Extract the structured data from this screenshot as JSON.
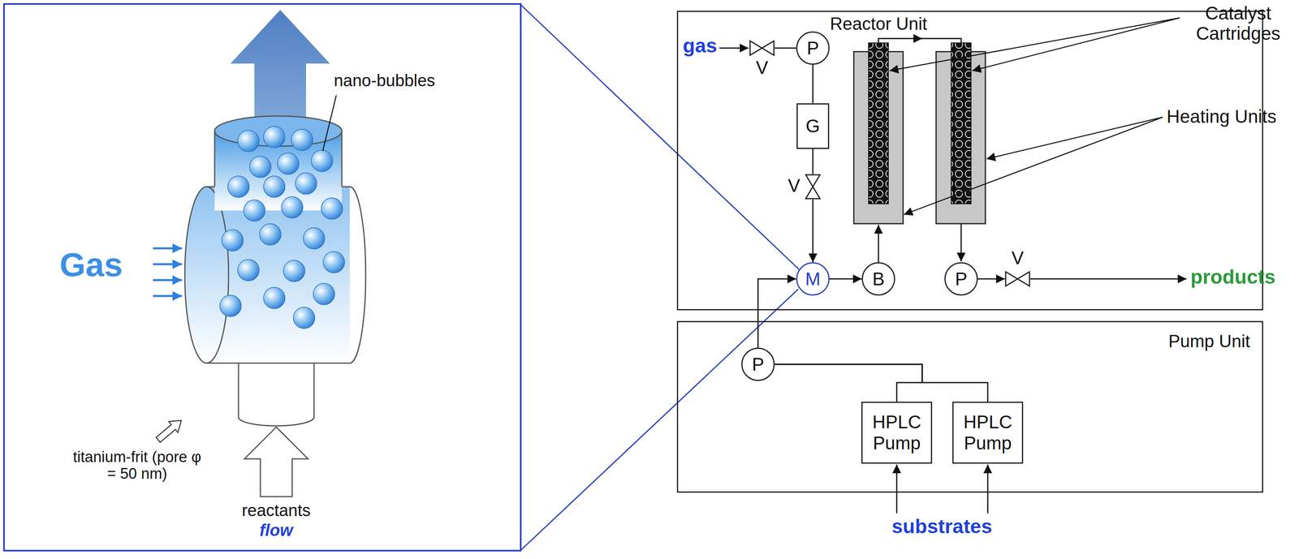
{
  "diagram": {
    "nodes": [
      {
        "text": [
          "Reactor Unit"
        ]
      },
      {
        "text": [
          "Pump Unit"
        ]
      },
      {
        "text": [
          "V"
        ],
        "in": 0
      },
      {
        "text": [
          "P"
        ],
        "in": 0
      },
      {
        "text": [
          "G"
        ],
        "in": 0
      },
      {
        "text": [
          "V"
        ],
        "in": 0
      },
      {
        "text": [
          "M"
        ],
        "in": 0
      },
      {
        "text": [
          "B"
        ],
        "in": 0
      },
      {
        "text": [
          "P"
        ],
        "in": 0
      },
      {
        "text": [
          "V"
        ],
        "in": 0
      },
      {
        "text": [
          "P"
        ],
        "in": 1
      },
      {
        "text": [
          "HPLC Pump"
        ],
        "in": 1
      },
      {
        "text": [
          "HPLC Pump"
        ],
        "in": 1
      }
    ],
    "edges": [
      {
        "from": 2,
        "to": 3,
        "arrow": "none"
      },
      {
        "from": 3,
        "to": 4,
        "arrow": "none"
      },
      {
        "from": 4,
        "to": 5,
        "arrow": "none"
      },
      {
        "from": 5,
        "to": 6,
        "arrow": "to"
      },
      {
        "from": 6,
        "to": 7,
        "arrow": "to"
      },
      {
        "from": 10,
        "to": 6,
        "arrow": "to"
      },
      {
        "from": 11,
        "to": 10,
        "arrow": "none"
      },
      {
        "from": 12,
        "to": 10,
        "arrow": "none"
      },
      {
        "from": 8,
        "to": 9,
        "arrow": "to"
      }
    ],
    "labels": [
      "gas",
      "products",
      "substrates",
      "Catalyst Cartridges",
      "Heating Units",
      "Gas",
      "nano-bubbles",
      "titanium-frit (pore φ = 50 nm)",
      "reactants",
      "flow"
    ]
  }
}
